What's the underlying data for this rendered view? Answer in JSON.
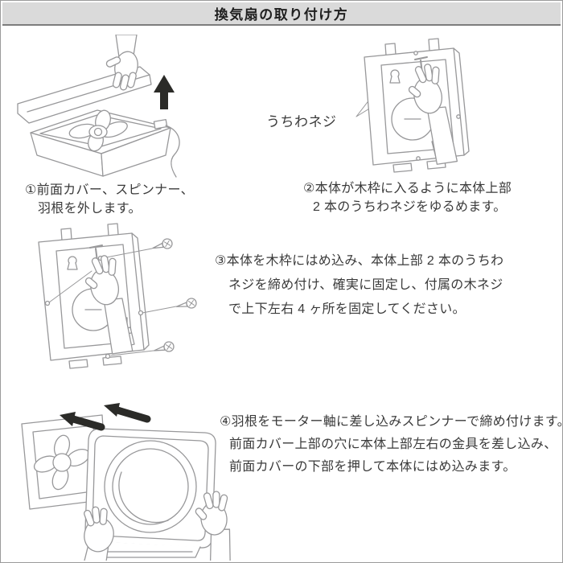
{
  "header": {
    "title": "換気扇の取り付け方"
  },
  "labels": {
    "wing_screw": "うちわネジ"
  },
  "steps": [
    {
      "number": "①",
      "lines": [
        "①前面カバー、スピンナー、",
        "羽根を外します。"
      ],
      "illustration": "hand-lifting-front-cover-off-fan-body-with-up-arrow"
    },
    {
      "number": "②",
      "lines": [
        "②本体が木枠に入るように本体上部",
        "2 本のうちわネジをゆるめます。"
      ],
      "illustration": "hand-loosening-wing-screw-inside-fan-body-frame"
    },
    {
      "number": "③",
      "lines": [
        "③本体を木枠にはめ込み、本体上部 2 本のうちわ",
        "ネジを締め付け、確実に固定し、付属の木ネジ",
        "で上下左右 4 ヶ所を固定してください。"
      ],
      "illustration": "fan-body-fastened-with-four-wood-screws"
    },
    {
      "number": "④",
      "lines": [
        "④羽根をモーター軸に差し込みスピンナーで締め付けます。",
        "前面カバー上部の穴に本体上部左右の金具を差し込み、",
        "前面カバーの下部を押して本体にはめ込みます。"
      ],
      "illustration": "two-hands-fitting-front-cover-onto-fan-body-with-two-arrows"
    }
  ],
  "colors": {
    "page_bg": "#ffffff",
    "border": "#9b9b9b",
    "header_bg": "#dadada",
    "header_rule": "#7d7d7d",
    "line_art": "#98989a",
    "arrow": "#2b2b28",
    "text": "#3a3a3a"
  }
}
